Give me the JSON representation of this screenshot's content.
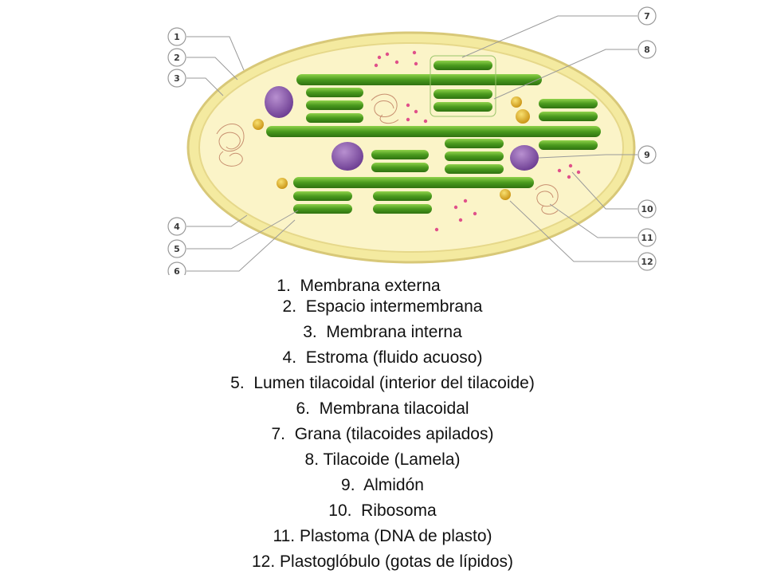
{
  "callouts": [
    "1",
    "2",
    "3",
    "4",
    "5",
    "6",
    "7",
    "8",
    "9",
    "10",
    "11",
    "12"
  ],
  "legend": [
    {
      "num": "1.",
      "text": "Membrana externa"
    },
    {
      "num": "2.",
      "text": "Espacio intermembrana"
    },
    {
      "num": "3.",
      "text": "Membrana interna"
    },
    {
      "num": "4.",
      "text": "Estroma (fluido acuoso)"
    },
    {
      "num": "5.",
      "text": "Lumen tilacoidal (interior del tilacoide)"
    },
    {
      "num": "6.",
      "text": "Membrana tilacoidal"
    },
    {
      "num": "7.",
      "text": "Grana (tilacoides apilados)"
    },
    {
      "num": "8.",
      "text": "Tilacoide (Lamela)"
    },
    {
      "num": "9.",
      "text": "Almidón"
    },
    {
      "num": "10.",
      "text": "Ribosoma"
    },
    {
      "num": "11.",
      "text": "Plastoma (DNA de plasto)"
    },
    {
      "num": "12.",
      "text": "Plastoglóbulo (gotas de lípidos)"
    }
  ],
  "colors": {
    "outer_membrane": "#d8c878",
    "intermembrane": "#f4eaa0",
    "stroma": "#fbf4c8",
    "thylakoid": "#4a9a1e",
    "starch": "#8a58a8",
    "ribosome": "#e0508a",
    "plastoglobule": "#e0b020",
    "leader_line": "#9a9a9a"
  }
}
